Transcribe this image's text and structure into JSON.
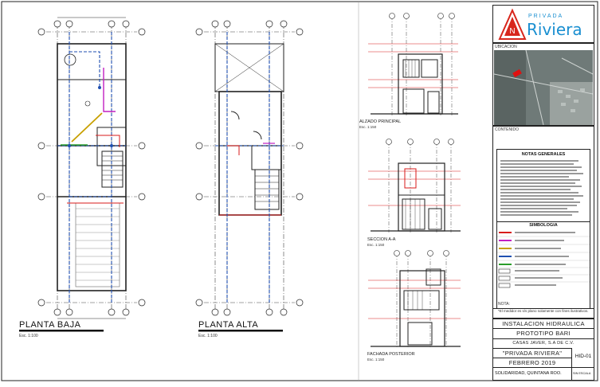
{
  "views": {
    "planta_baja": {
      "title": "PLANTA BAJA",
      "scale": "Esc. 1:100"
    },
    "planta_alta": {
      "title": "PLANTA ALTA",
      "scale": "Esc. 1:100"
    },
    "alzado_principal": {
      "title": "ALZADO PRINCIPAL",
      "scale": "Esc. 1:150"
    },
    "seccion": {
      "title": "SECCION A-A",
      "scale": "Esc. 1:150"
    },
    "fachada_posterior": {
      "title": "FACHADA POSTERIOR",
      "scale": "Esc. 1:150"
    }
  },
  "title_block": {
    "brand_top": "PRIVADA",
    "brand_name": "Riviera",
    "ubicacion_label": "UBICACION",
    "contenido_label": "CONTENIDO",
    "notas_title": "NOTAS GENERALES",
    "simbologia_title": "SIMBOLOGIA",
    "nota_label": "NOTA:",
    "nota_text": "*El medidor es s/s plano solamente con fines ilustrativos.",
    "drawing_title": "INSTALACION HIDRAULICA",
    "prototype": "PROTOTIPO BARI",
    "company": "CASAS JAVER, S.A DE C.V.",
    "project": "\"PRIVADA RIVIERA\"",
    "date": "FEBRERO 2019",
    "sheet_code": "HID-01",
    "location": "SOLIDARIDAD, QUINTANA ROO.",
    "scale_note": "SIN ESCALA"
  },
  "colors": {
    "hydraulic_line": "#1f4fb0",
    "red_line": "#d81b1b",
    "hot_water": "#c21fc2",
    "gas_line": "#c8a000",
    "green_line": "#2a9d2a",
    "brand_blue": "#1a8fd1",
    "brand_red": "#d8261c"
  }
}
